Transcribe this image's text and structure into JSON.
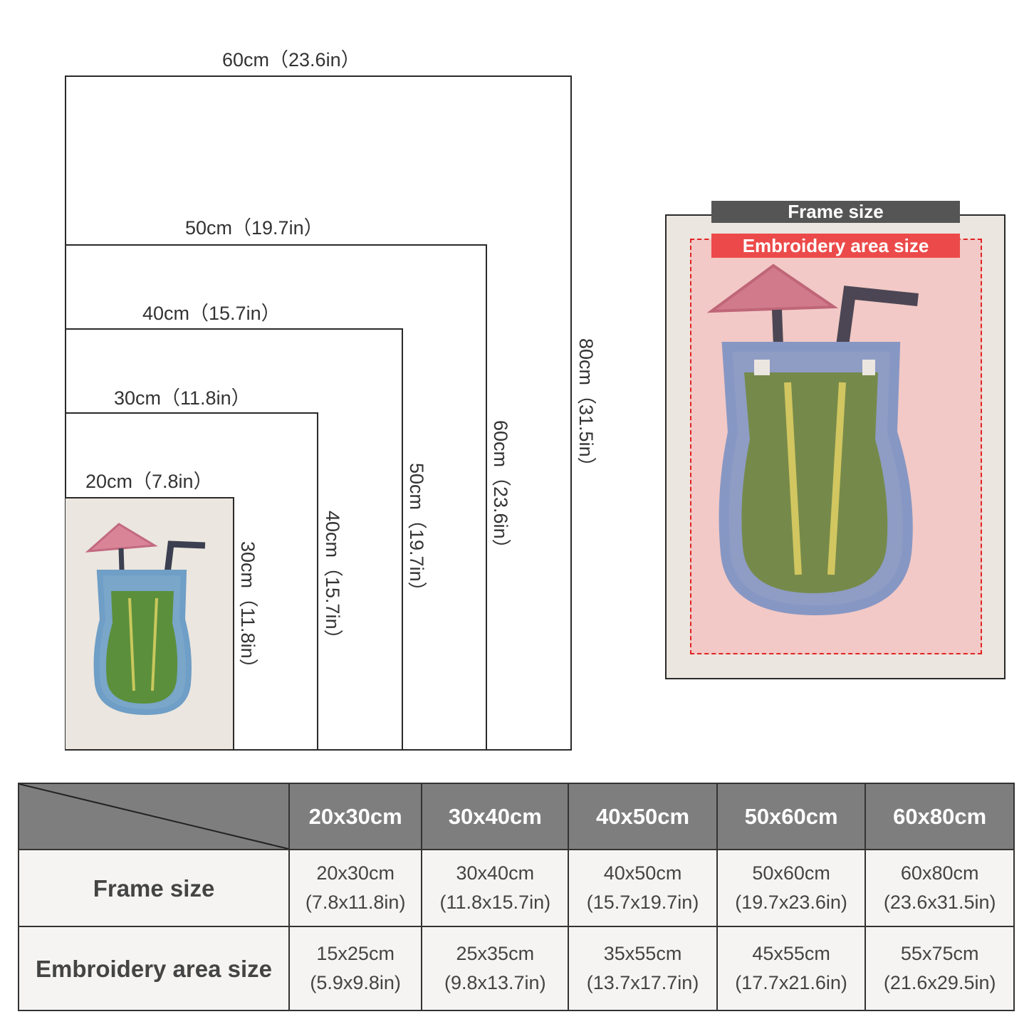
{
  "size_diagram": {
    "widths": [
      "60cm（23.6in）",
      "50cm（19.7in）",
      "40cm（15.7in）",
      "30cm（11.8in）",
      "20cm（7.8in）"
    ],
    "heights": [
      "80cm（31.5in）",
      "60cm（23.6in）",
      "50cm（19.7in）",
      "40cm（15.7in）",
      "30cm（11.8in）"
    ]
  },
  "preview": {
    "frame_tag": "Frame size",
    "embroidery_tag": "Embroidery area size"
  },
  "table": {
    "columns": [
      "20x30cm",
      "30x40cm",
      "40x50cm",
      "50x60cm",
      "60x80cm"
    ],
    "rows": [
      {
        "label": "Frame size",
        "cells": [
          [
            "20x30cm",
            "(7.8x11.8in)"
          ],
          [
            "30x40cm",
            "(11.8x15.7in)"
          ],
          [
            "40x50cm",
            "(15.7x19.7in)"
          ],
          [
            "50x60cm",
            "(19.7x23.6in)"
          ],
          [
            "60x80cm",
            "(23.6x31.5in)"
          ]
        ]
      },
      {
        "label": "Embroidery area size",
        "cells": [
          [
            "15x25cm",
            "(5.9x9.8in)"
          ],
          [
            "25x35cm",
            "(9.8x13.7in)"
          ],
          [
            "35x55cm",
            "(13.7x17.7in)"
          ],
          [
            "45x55cm",
            "(17.7x21.6in)"
          ],
          [
            "55x75cm",
            "(21.6x29.5in)"
          ]
        ]
      }
    ]
  },
  "colors": {
    "header_gray": "#7e7e7e",
    "tag_red": "#ec4a4a",
    "tag_gray": "#555555",
    "canvas_beige": "#ebe6df",
    "pink_area": "#f2c9c6"
  }
}
